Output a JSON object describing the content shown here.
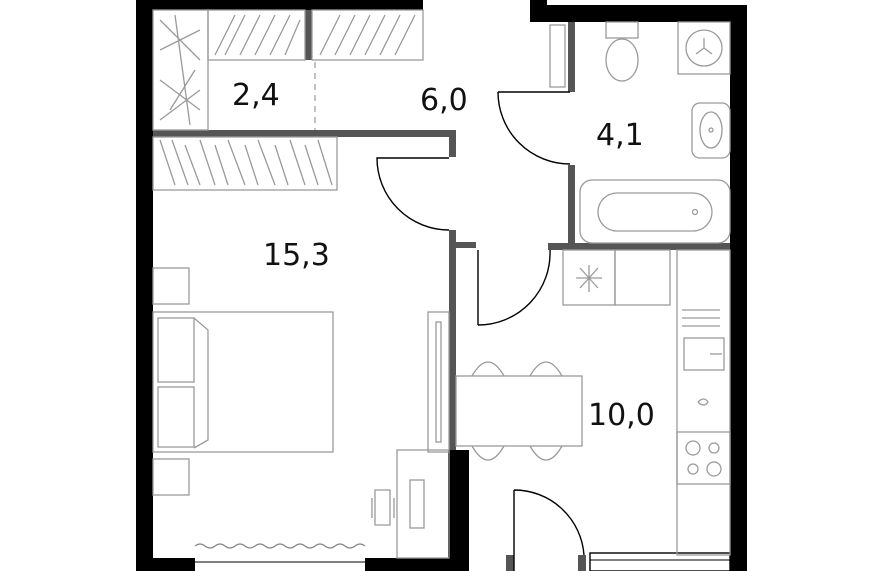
{
  "floor_plan": {
    "rooms": [
      {
        "id": "wardrobe",
        "area": "2,4"
      },
      {
        "id": "hallway",
        "area": "6,0"
      },
      {
        "id": "bathroom",
        "area": "4,1"
      },
      {
        "id": "bedroom",
        "area": "15,3"
      },
      {
        "id": "kitchen",
        "area": "10,0"
      }
    ]
  }
}
